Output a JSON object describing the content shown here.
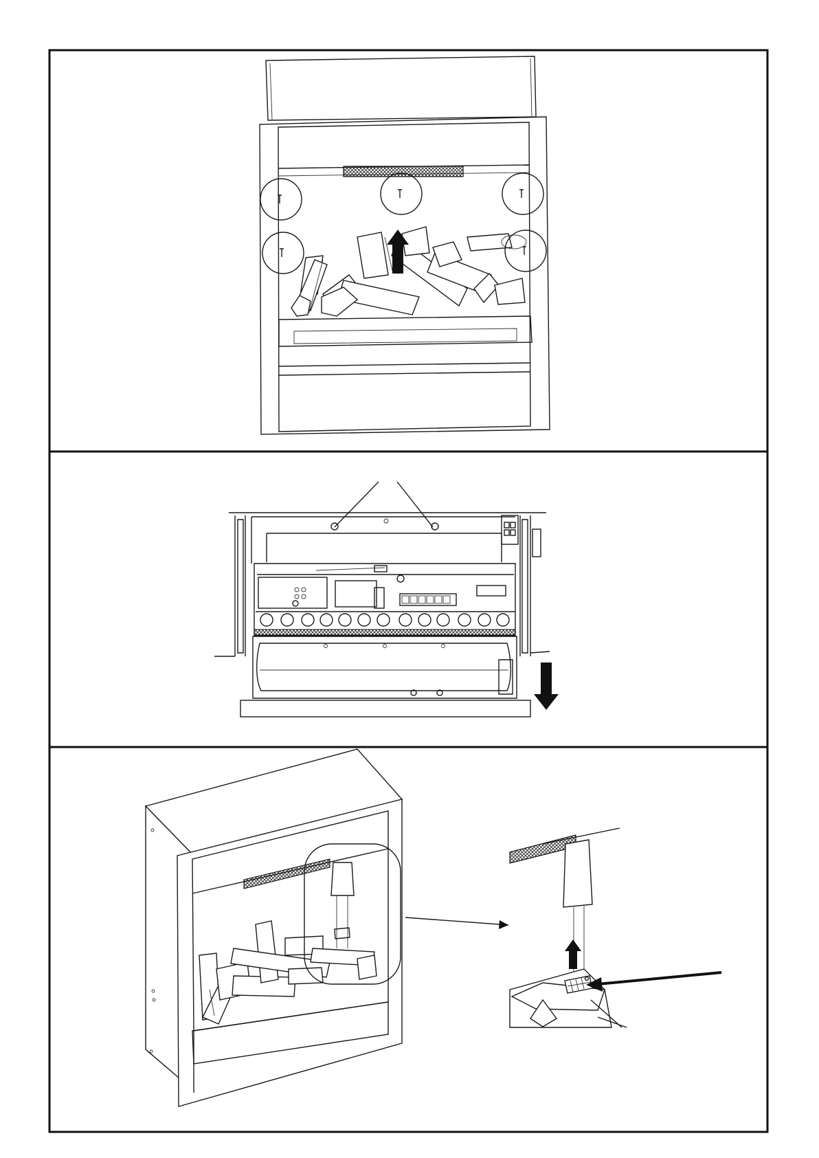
{
  "figure": {
    "panels": [
      {
        "id": "panel-1",
        "action": "arrow-up"
      },
      {
        "id": "panel-2",
        "action": "arrow-down"
      },
      {
        "id": "panel-3",
        "action": "arrow-up"
      }
    ],
    "colors": {
      "line": "#1a1a1a",
      "arrow": "#111111",
      "background": "#ffffff"
    },
    "screw_callouts_panel1": 5
  }
}
